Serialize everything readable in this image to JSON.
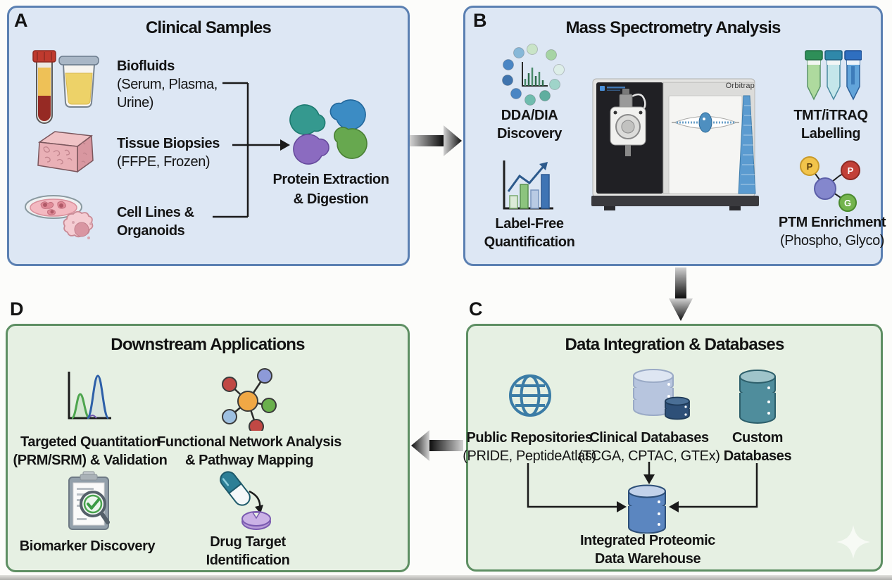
{
  "colors": {
    "panel_blue_fill": "#dde7f4",
    "panel_blue_border": "#5b80b2",
    "panel_green_fill": "#e6f0e3",
    "panel_green_border": "#5e8f63",
    "arrow_dark": "#111111",
    "enzyme_teal": "#35998f",
    "enzyme_blue": "#3c8cc4",
    "enzyme_purple": "#8b6bc0",
    "enzyme_green": "#67a84f"
  },
  "panel_a": {
    "letter": "A",
    "title": "Clinical Samples",
    "biofluids_label": "Biofluids",
    "biofluids_sub1": "(Serum, Plasma,",
    "biofluids_sub2": "Urine)",
    "tissue_label": "Tissue Biopsies",
    "tissue_sub": "(FFPE, Frozen)",
    "cells_label1": "Cell Lines &",
    "cells_label2": "Organoids",
    "process_line1": "Protein Extraction",
    "process_line2": "& Digestion"
  },
  "panel_b": {
    "letter": "B",
    "title": "Mass Spectrometry Analysis",
    "dda_line1": "DDA/DIA",
    "dda_line2": "Discovery",
    "lfq_line1": "Label-Free",
    "lfq_line2": "Quantification",
    "instrument_label": "Orbitrap",
    "tmt_line1": "TMT/iTRAQ",
    "tmt_line2": "Labelling",
    "ptm_line1": "PTM Enrichment",
    "ptm_line2": "(Phospho, Glyco)",
    "ptm_p1": "P",
    "ptm_p2": "P",
    "ptm_g": "G"
  },
  "panel_c": {
    "letter": "C",
    "title": "Data Integration & Databases",
    "repos_label": "Public Repositories",
    "repos_sub": "(PRIDE, PeptideAtlas)",
    "clinical_label": "Clinical Databases",
    "clinical_sub": "(TCGA, CPTAC, GTEx)",
    "custom_line1": "Custom",
    "custom_line2": "Databases",
    "warehouse_line1": "Integrated Proteomic",
    "warehouse_line2": "Data Warehouse"
  },
  "panel_d": {
    "letter": "D",
    "title": "Downstream Applications",
    "targeted_line1": "Targeted Quantitation",
    "targeted_line2": "(PRM/SRM) & Validation",
    "network_line1": "Functional Network Analysis",
    "network_line2": "& Pathway Mapping",
    "biomarker_label": "Biomarker Discovery",
    "drug_line1": "Drug Target",
    "drug_line2": "Identification"
  }
}
